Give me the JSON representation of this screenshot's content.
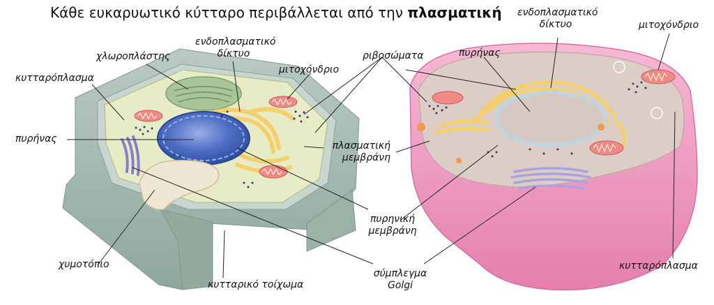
{
  "title": {
    "text": "Κάθε ευκαρυωτικό κύτταρο περιβάλλεται από την",
    "bold": "πλασματική"
  },
  "labels": {
    "chloroplast": "χλωροπλάστης",
    "er_plant": [
      "ενδοπλασματικό",
      "δίκτυο"
    ],
    "cytoplasm_plant": "κυτταρόπλασμα",
    "mito_plant": "μιτοχόνδριο",
    "ribosomes": "ριβοσώματα",
    "nucleus_plant": "πυρήνας",
    "plasma_membrane": [
      "πλασματική",
      "μεμβράνη"
    ],
    "nuclear_membrane": [
      "πυρηνική",
      "μεμβράνη"
    ],
    "vacuole": "χυμοτόπιο",
    "cell_wall": "κυτταρικό τοίχωμα",
    "golgi": [
      "σύμπλεγμα",
      "Golgi"
    ],
    "er_animal": [
      "ενδοπλασματικό",
      "δίκτυο"
    ],
    "mito_animal": "μιτοχόνδριο",
    "nucleus_animal": "πυρήνας",
    "cytoplasm_animal": "κυτταρόπλασμα"
  },
  "colors": {
    "cell_wall": "#a9bdb4",
    "plant_cytoplasm": "#e7ecc7",
    "plant_nucleus": "#4f6fc4",
    "animal_membrane": "#ef9fc4",
    "animal_cytoplasm": "#dccdc6",
    "er": "#f4cf6a",
    "mitochondrion": "#f08a84",
    "golgi": "#8a7ec6"
  }
}
